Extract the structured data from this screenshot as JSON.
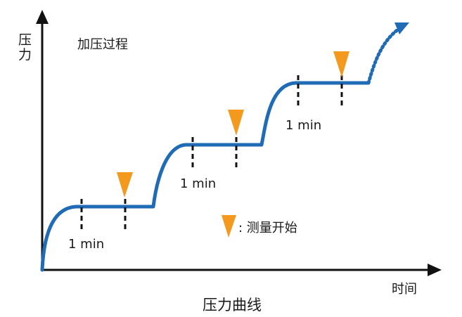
{
  "diagram": {
    "y_axis_label_line1": "压",
    "y_axis_label_line2": "力",
    "x_axis_label": "时间",
    "title": "加压过程",
    "caption": "压力曲线",
    "step_labels": [
      "1 min",
      "1 min",
      "1 min"
    ],
    "legend_text": ": 测量开始",
    "colors": {
      "curve": "#1f6bb5",
      "marker": "#f39a1e",
      "axis": "#111111",
      "dash": "#111111"
    },
    "icons": {
      "marker": "downward-triangle",
      "arrow": "dotted-curved-arrow"
    }
  }
}
